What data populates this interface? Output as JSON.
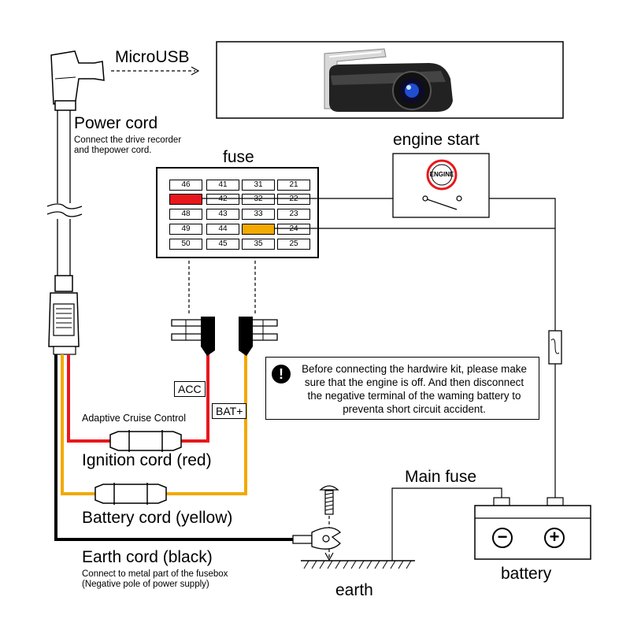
{
  "labels": {
    "microusb": "MicroUSB",
    "power_cord": "Power cord",
    "power_cord_desc_1": "Connect the drive recorder",
    "power_cord_desc_2": "and thepower cord.",
    "fuse": "fuse",
    "engine_start": "engine start",
    "engine_badge": "ENGINE",
    "acc": "ACC",
    "bat": "BAT+",
    "adaptive": "Adaptive Cruise Control",
    "ignition": "Ignition cord (red)",
    "battery_cord": "Battery cord (yellow)",
    "earth_cord": "Earth cord (black)",
    "earth_desc_1": "Connect to metal part of the fusebox",
    "earth_desc_2": "(Negative pole of power supply)",
    "main_fuse": "Main fuse",
    "battery": "battery",
    "earth": "earth",
    "minus": "−",
    "plus": "+"
  },
  "note": {
    "icon": "exclamation-icon",
    "text": "Before connecting the hardwire kit, please make sure that the engine is off. And then disconnect the negative terminal of the waming battery to preventa short circuit accident."
  },
  "fuse_box": {
    "rows": [
      [
        "46",
        "41",
        "31",
        "21"
      ],
      [
        "",
        "42",
        "32",
        "22"
      ],
      [
        "48",
        "43",
        "33",
        "23"
      ],
      [
        "49",
        "44",
        "",
        "24"
      ],
      [
        "50",
        "45",
        "35",
        "25"
      ]
    ],
    "red_slot": "row 2, column 1",
    "yellow_slot": "row 4, column 3"
  },
  "colors": {
    "ignition_wire": "#e8171c",
    "battery_wire": "#f2a900",
    "earth_wire": "#000000",
    "camera_lens": "#1f4fd0"
  }
}
